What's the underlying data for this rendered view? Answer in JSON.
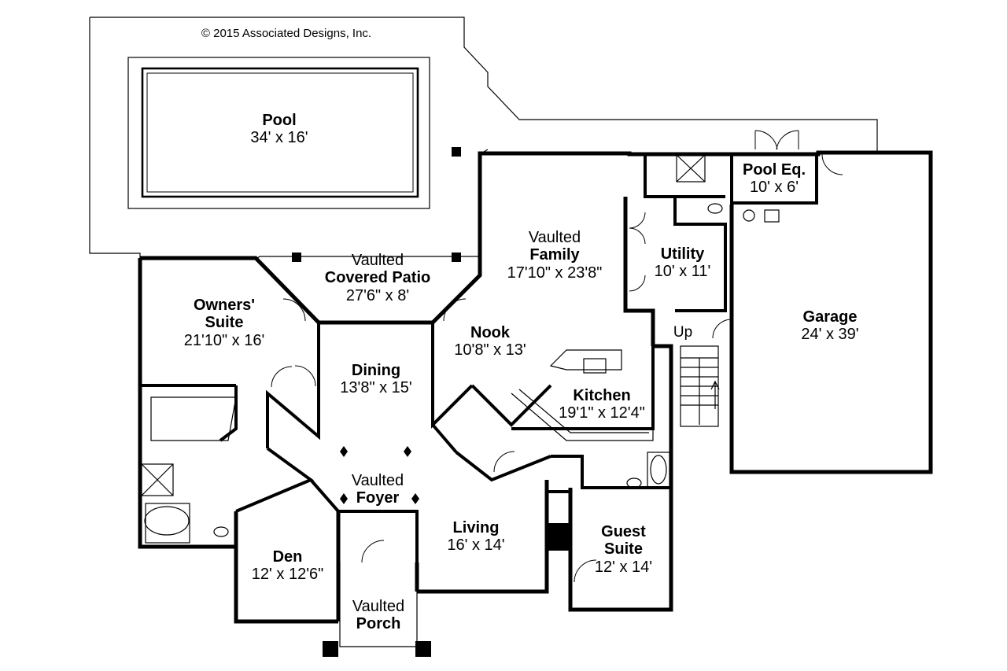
{
  "copyright": "© 2015 Associated Designs, Inc.",
  "stairs_label": "Up",
  "rooms": {
    "pool": {
      "name": "Pool",
      "dims": "34' x 16'"
    },
    "pool_eq": {
      "name": "Pool Eq.",
      "dims": "10' x 6'"
    },
    "covered_patio": {
      "prefix": "Vaulted",
      "name": "Covered Patio",
      "dims": "27'6\" x 8'"
    },
    "family": {
      "prefix": "Vaulted",
      "name": "Family",
      "dims": "17'10\" x 23'8\""
    },
    "utility": {
      "name": "Utility",
      "dims": "10' x 11'"
    },
    "garage": {
      "name": "Garage",
      "dims": "24' x 39'"
    },
    "owners_suite": {
      "name": "Owners' Suite",
      "dims": "21'10\" x 16'"
    },
    "nook": {
      "name": "Nook",
      "dims": "10'8\" x 13'"
    },
    "dining": {
      "name": "Dining",
      "dims": "13'8\" x 15'"
    },
    "kitchen": {
      "name": "Kitchen",
      "dims": "19'1\" x 12'4\""
    },
    "foyer": {
      "prefix": "Vaulted",
      "name": "Foyer"
    },
    "living": {
      "name": "Living",
      "dims": "16' x 14'"
    },
    "guest_suite": {
      "name": "Guest Suite",
      "dims": "12' x 14'"
    },
    "den": {
      "name": "Den",
      "dims": "12' x 12'6\""
    },
    "porch": {
      "prefix": "Vaulted",
      "name": "Porch"
    }
  },
  "colors": {
    "wall": "#000000",
    "line": "#000000",
    "background": "#ffffff"
  }
}
